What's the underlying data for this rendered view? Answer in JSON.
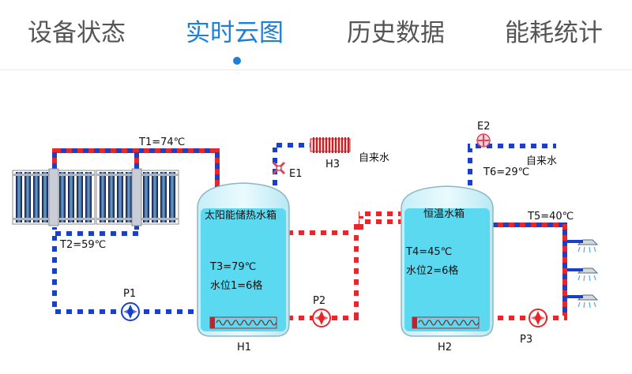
{
  "tabs": [
    {
      "label": "设备状态",
      "active": false
    },
    {
      "label": "实时云图",
      "active": true
    },
    {
      "label": "历史数据",
      "active": false
    },
    {
      "label": "能耗统计",
      "active": false
    }
  ],
  "colors": {
    "accent": "#1e7fd6",
    "tab_text": "#555555",
    "hot_pipe": "#e8262b",
    "cold_pipe": "#1a3fc9",
    "tank_water": "#5ad9f0",
    "tank_body": "#d9f5fb",
    "heater_coil": "#c0232a"
  },
  "diagram": {
    "t1": "T1=74℃",
    "t2": "T2=59℃",
    "t6": "T6=29℃",
    "t5": "T5=40℃",
    "p1": "P1",
    "p2": "P2",
    "p3": "P3",
    "e1": "E1",
    "e2": "E2",
    "h1": "H1",
    "h2": "H2",
    "h3": "H3",
    "tap_water_1": "自来水",
    "tap_water_2": "自来水",
    "tank1": {
      "name": "太阳能储热水箱",
      "temp": "T3=79℃",
      "level": "水位1=6格"
    },
    "tank2": {
      "name": "恒温水箱",
      "temp": "T4=45℃",
      "level": "水位2=6格"
    }
  }
}
